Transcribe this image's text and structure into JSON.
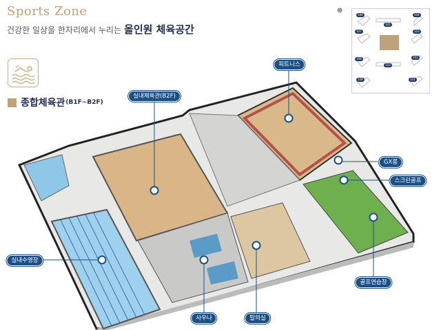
{
  "header": {
    "title": "Sports Zone",
    "subtitle_plain": "건강한 일상을 한자리에서 누리는",
    "subtitle_bold": "올인원 체육공간"
  },
  "section": {
    "icon": "swimmer-icon",
    "title": "종합체육관",
    "floors": "(B1F~B2F)",
    "color": "#bfa27a"
  },
  "minimap": {
    "buildings": [
      "106",
      "105",
      "104",
      "107",
      "103",
      "108",
      "110",
      "102",
      "109",
      "101"
    ],
    "plaza_color": "#bfa27a"
  },
  "facilities": [
    {
      "label": "실내체육관(B2F)"
    },
    {
      "label": "피트니스"
    },
    {
      "label": "GX룸"
    },
    {
      "label": "스크린골프"
    },
    {
      "label": "골프연습장"
    },
    {
      "label": "실내수영장"
    },
    {
      "label": "사우나"
    },
    {
      "label": "탈의실"
    }
  ],
  "colors": {
    "label_bg": "#1b4f86",
    "title": "#1f2d4d"
  }
}
